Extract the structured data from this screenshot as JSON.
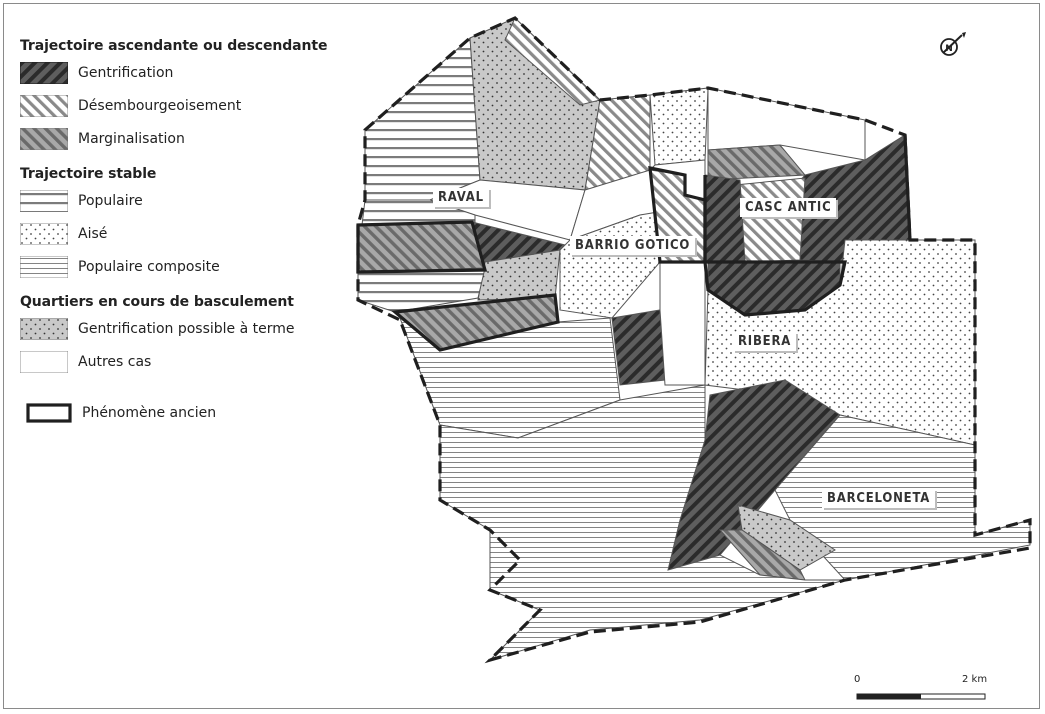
{
  "legend": {
    "section_trajectoire": "Trajectoire ascendante ou descendante",
    "gentrification": "Gentrification",
    "desembourgeoisement": "Désembourgeoisement",
    "marginalisation": "Marginalisation",
    "section_stable": "Trajectoire stable",
    "populaire": "Populaire",
    "aise": "Aisé",
    "populaire_composite": "Populaire composite",
    "section_basculement": "Quartiers en cours de basculement",
    "gentrification_possible": "Gentrification possible à terme",
    "autres_cas": "Autres cas",
    "phenomene_ancien": "Phénomène ancien"
  },
  "districts": {
    "raval": "RAVAL",
    "barrio_gotico": "BARRIO GOTICO",
    "casc_antic": "CASC ANTIC",
    "ribera": "RIBERA",
    "barceloneta": "BARCELONETA"
  },
  "scale": {
    "start": "0",
    "end": "2 km"
  },
  "north_icon": "north-arrow-icon",
  "colors": {
    "hatch_dark_bg": "#5a5a5a",
    "hatch_mid": "#8c8c8c",
    "line": "#222222",
    "dots_bg": "#c8c8c8"
  }
}
